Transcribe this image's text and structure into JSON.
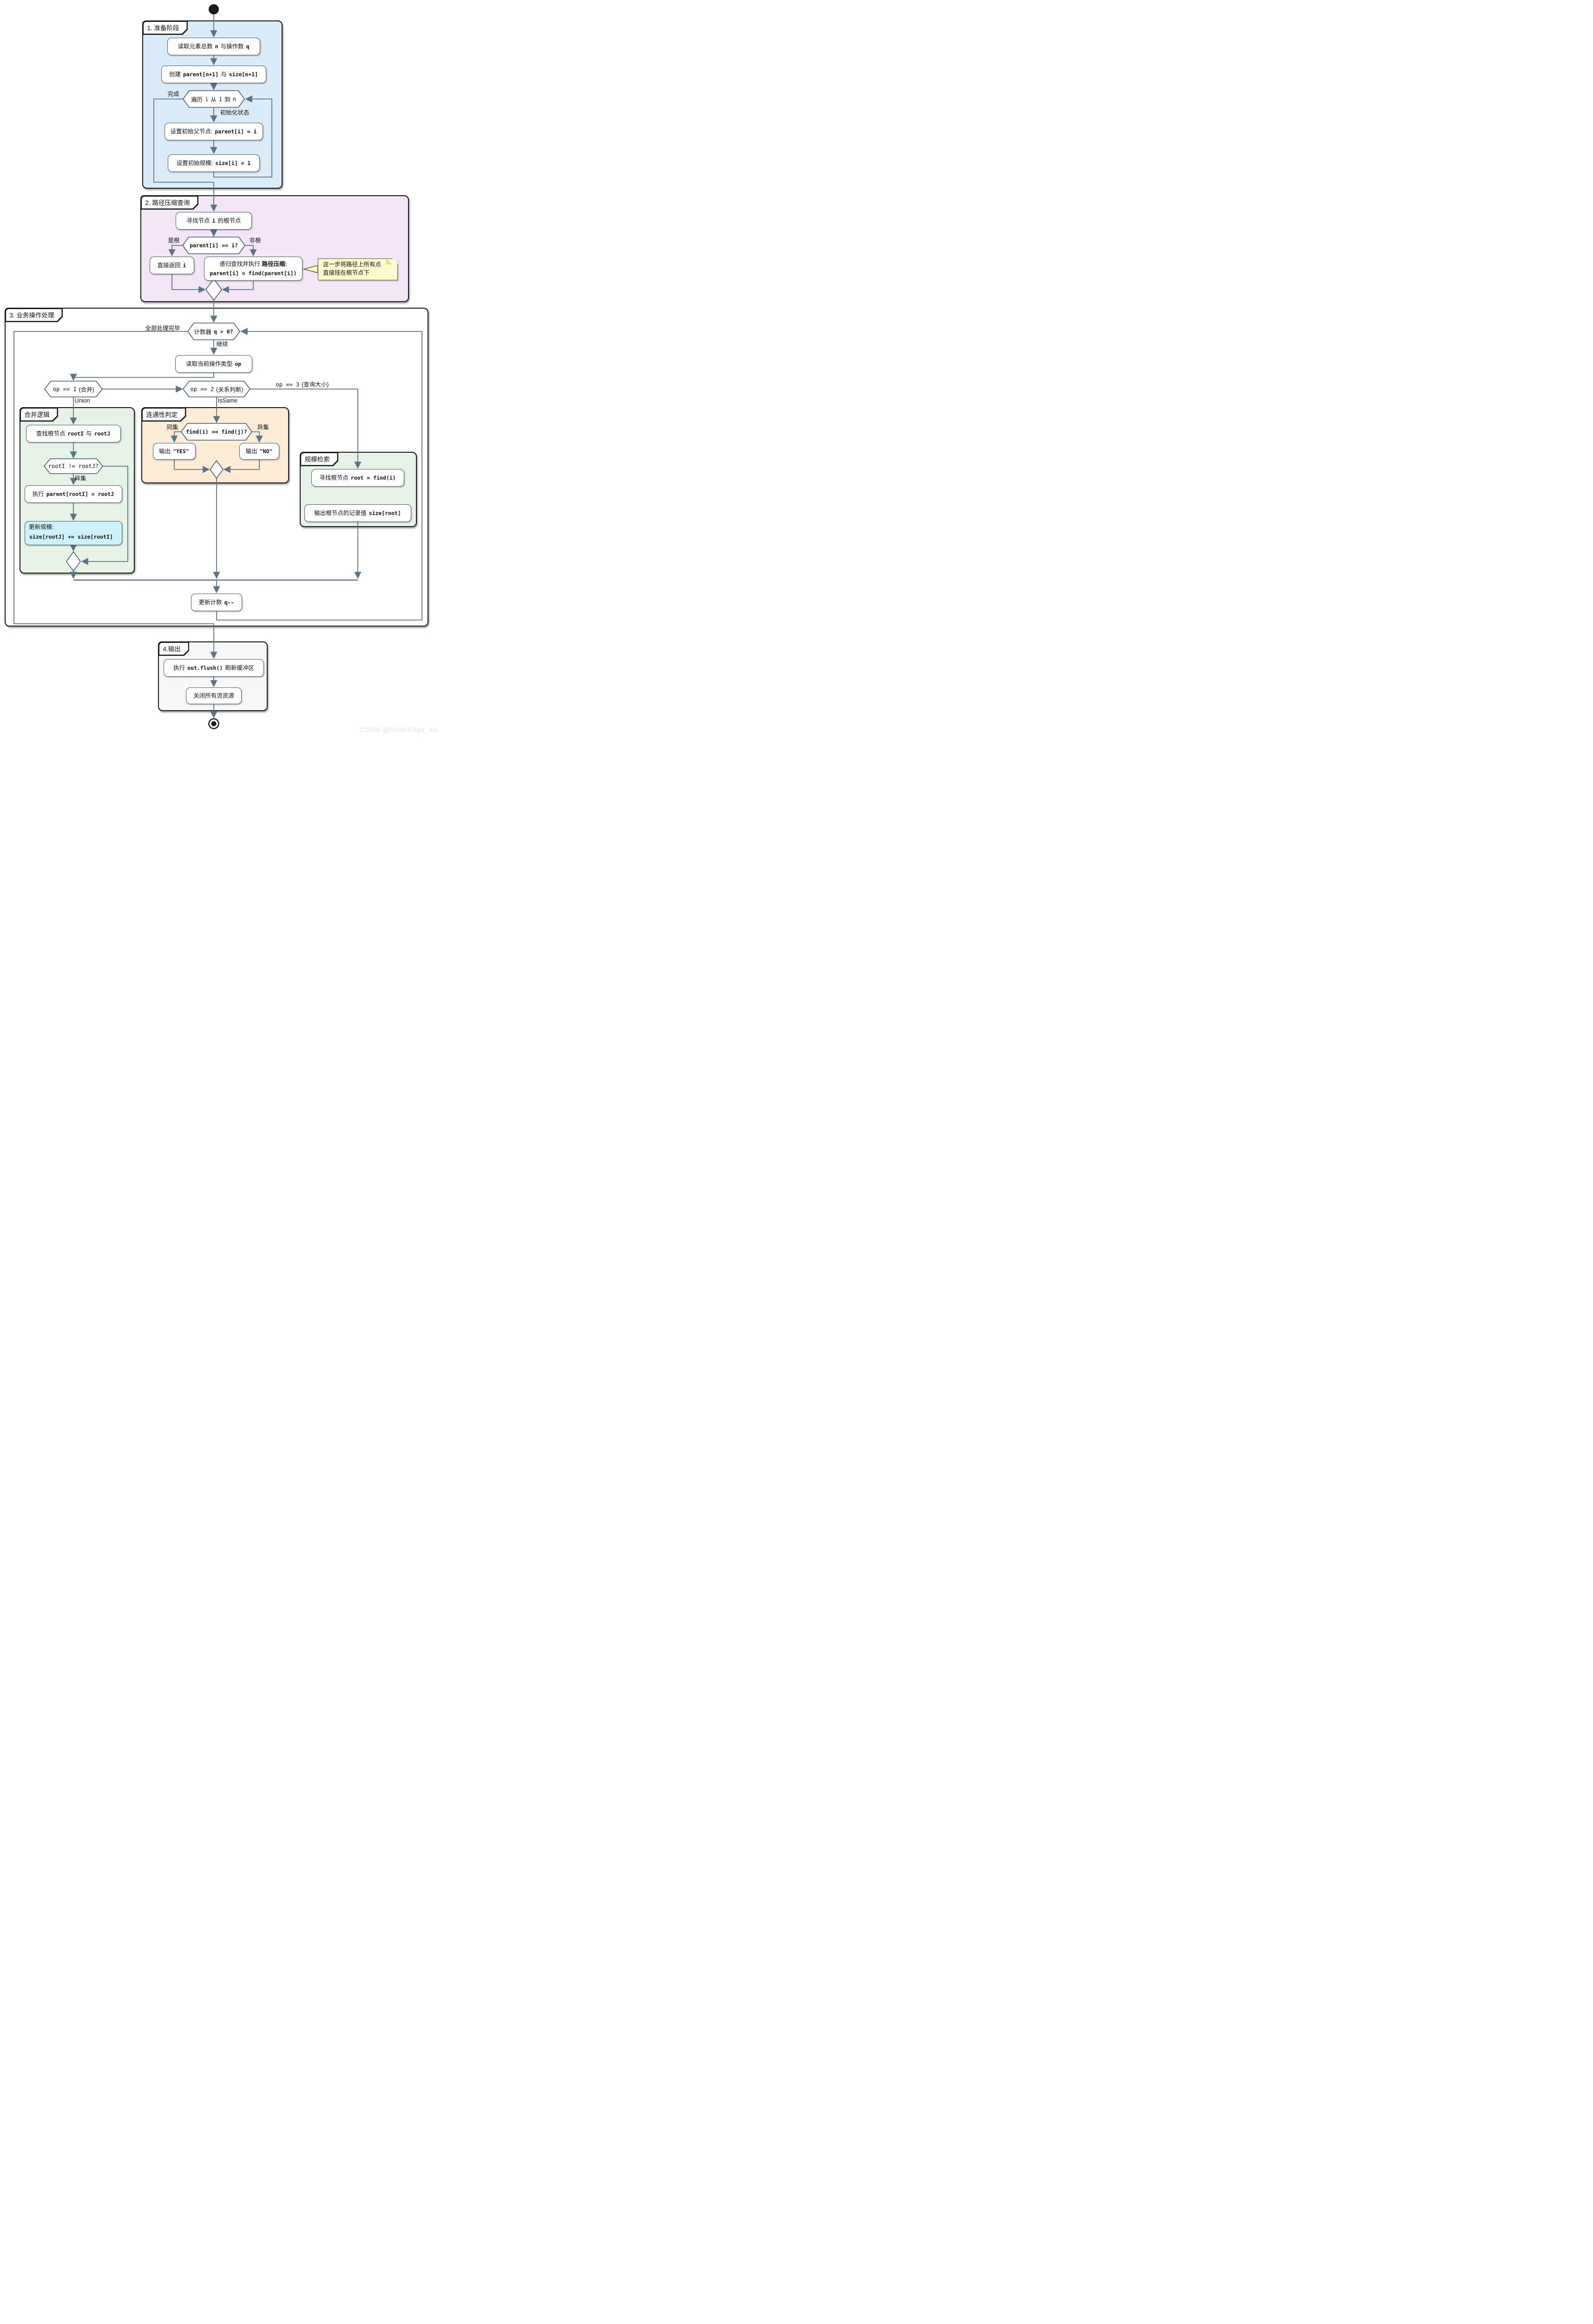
{
  "partitions": {
    "p1": {
      "title": "1. 准备阶段"
    },
    "p2": {
      "title": "2. 路径压缩查询"
    },
    "p3": {
      "title": "3. 业务操作处理"
    },
    "union": {
      "title": "合并逻辑"
    },
    "issame": {
      "title": "连通性判定"
    },
    "size": {
      "title": "规模检索"
    },
    "p4": {
      "title": "4.输出"
    }
  },
  "nodes": {
    "read_nq": {
      "t1": "读取元素总数",
      "c1": "n",
      "t2": "与操作数",
      "c2": "q"
    },
    "create_arrays": {
      "t1": "创建",
      "c1": "parent[n+1]",
      "t2": "与",
      "c2": "size[n+1]"
    },
    "loop": {
      "t1": "遍历",
      "c1": "i",
      "t2": "从",
      "c2": "1",
      "t3": "到",
      "c3": "n"
    },
    "set_parent": {
      "t1": "设置初始父节点:",
      "c1": "parent[i] = i"
    },
    "set_size": {
      "t1": "设置初始规模:",
      "c1": "size[i] = 1"
    },
    "find_root": {
      "t1": "寻找节点",
      "c1": "i",
      "t2": "的根节点"
    },
    "parent_eq": {
      "c1": "parent[i] == i?"
    },
    "return_i": {
      "t1": "直接返回",
      "c1": "i"
    },
    "recurse": {
      "t1": "递归查找并执行",
      "b1": "路径压缩:",
      "c1": "parent[i] = find(parent[i])"
    },
    "q_gt0": {
      "t1": "计数器",
      "c1": "q > 0?"
    },
    "read_op": {
      "t1": "读取当前操作类型",
      "c1": "op"
    },
    "op1": {
      "c1": "op == 1",
      "t1": "(合并)"
    },
    "op2": {
      "c1": "op == 2",
      "t1": "(关系判断)"
    },
    "op3": {
      "c1": "op == 3",
      "t1": "(查询大小)"
    },
    "find_roots": {
      "t1": "查找根节点",
      "c1": "rootI",
      "t2": "与",
      "c2": "rootJ"
    },
    "rooti_ne": {
      "c1": "rootI != rootJ?"
    },
    "union_exec": {
      "t1": "执行",
      "c1": "parent[rootI] = rootJ"
    },
    "update_size": {
      "t1": "更新规模:",
      "c1": "size[rootJ] += size[rootI]"
    },
    "find_eq": {
      "c1": "find(i) == find(j)?"
    },
    "out_yes": {
      "t1": "输出",
      "c1": "\"YES\""
    },
    "out_no": {
      "t1": "输出",
      "c1": "\"NO\""
    },
    "size_find": {
      "t1": "寻找根节点",
      "c1": "root = find(i)"
    },
    "size_out": {
      "t1": "输出根节点的记录值",
      "c1": "size[root]"
    },
    "dec_q": {
      "t1": "更新计数",
      "c1": "q--"
    },
    "flush": {
      "t1": "执行",
      "c1": "out.flush()",
      "t2": "刷新缓冲区"
    },
    "close_streams": {
      "t1": "关闭所有流资源"
    }
  },
  "note": {
    "l1": "这一步将路径上所有点",
    "l2": "直接挂在根节点下"
  },
  "edge_labels": {
    "done": "完成",
    "init": "初始化状态",
    "is_root": "是根",
    "not_root": "非根",
    "all_done": "全部处理完毕",
    "cont": "继续",
    "union": "Union",
    "issame": "IsSame",
    "diff_union": "异集",
    "same_set": "同集",
    "diff_set": "异集"
  },
  "watermark": "CSDN @CodeEdge_Xu",
  "colors": {
    "partition_blue": "#dcebf8",
    "partition_purple": "#f2e5f6",
    "partition_green": "#e6f3e7",
    "partition_orange": "#fcecd5",
    "partition_gray": "#f7f7f7",
    "highlight_cyan": "#cdf2fb",
    "note_yellow": "#fbfbcc",
    "edge_color": "#5d7285",
    "node_border": "#44596b",
    "partition_border": "#141414"
  }
}
